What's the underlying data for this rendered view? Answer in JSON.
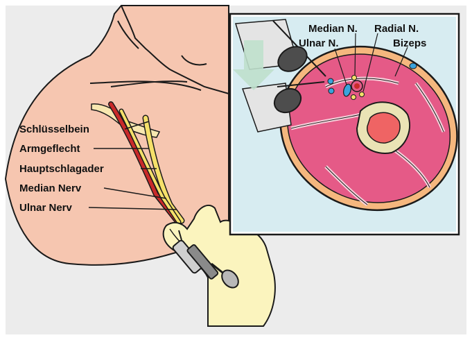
{
  "labels": {
    "clavicle": "Schlüsselbein",
    "plexus": "Armgeflecht",
    "artery": "Hauptschlagader",
    "median_nerve": "Median Nerv",
    "ulnar_nerve": "Ulnar Nerv"
  },
  "inset_labels": {
    "median": "Median N.",
    "radial": "Radial N.",
    "ulnar": "Ulnar N.",
    "biceps": "Bizeps"
  },
  "colors": {
    "background": "#ececec",
    "skin": "#f6c6b0",
    "glove": "#fbf4be",
    "muscle": "#e55a87",
    "fat": "#f5b77e",
    "bone": "#eae3b5",
    "marrow": "#ef6464",
    "nerve_yellow": "#f5e06a",
    "artery_red": "#c92a2a",
    "vein_blue": "#3aa3dc",
    "arrow_green": "#bfe0cc",
    "probe": "#4d4d4d"
  }
}
